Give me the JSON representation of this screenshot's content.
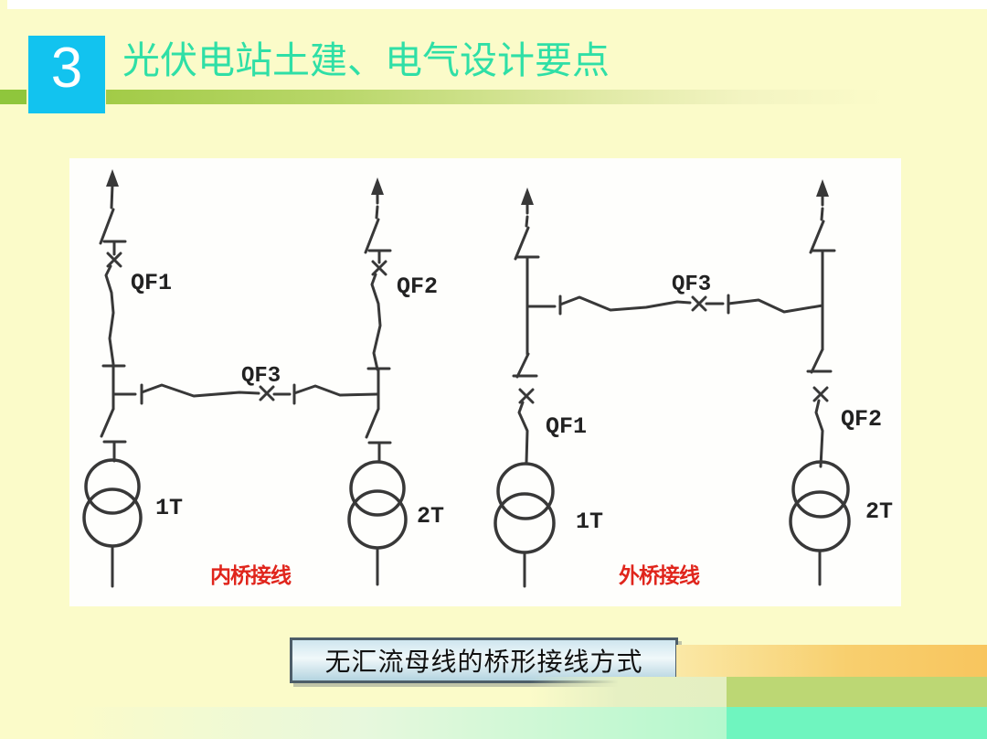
{
  "slide": {
    "badge_number": "3",
    "title": "光伏电站土建、电气设计要点",
    "caption": "无汇流母线的桥形接线方式"
  },
  "diagram": {
    "left": {
      "type": "inner-bridge single line diagram",
      "qf1": "QF1",
      "qf2": "QF2",
      "qf3": "QF3",
      "t1": "1T",
      "t2": "2T",
      "label": "内桥接线"
    },
    "right": {
      "type": "outer-bridge single line diagram",
      "qf1": "QF1",
      "qf2": "QF2",
      "qf3": "QF3",
      "t1": "1T",
      "t2": "2T",
      "label": "外桥接线"
    }
  },
  "colors": {
    "background": "#fbfbc9",
    "badge": "#12c3ef",
    "title": "#2fdfa6",
    "accent_green": "#a2cb47",
    "red_label": "#e0251c",
    "caption_fill": "#cfe6ef",
    "band_orange": "#f8c55e",
    "band_green": "#bcd774",
    "band_mint": "#6ff5bf"
  }
}
